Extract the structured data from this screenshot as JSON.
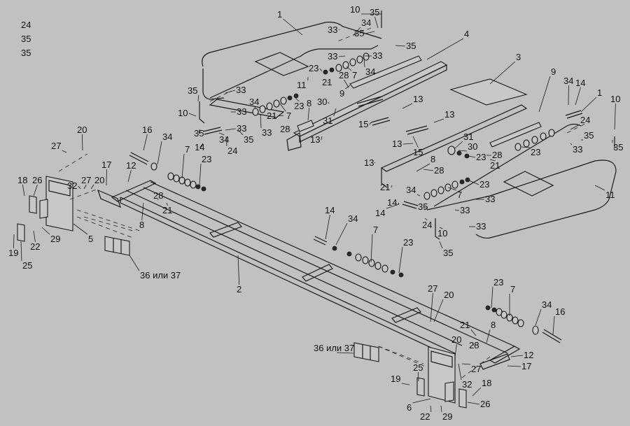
{
  "diagram": {
    "title": "Exploded assembly view — frame with folding handles and light brackets",
    "alt_label": "36 или 37",
    "callouts": [
      {
        "id": "c1a",
        "label": "1"
      },
      {
        "id": "c1b",
        "label": "1"
      },
      {
        "id": "c2",
        "label": "2"
      },
      {
        "id": "c3",
        "label": "3"
      },
      {
        "id": "c4",
        "label": "4"
      },
      {
        "id": "c5",
        "label": "5"
      },
      {
        "id": "c6",
        "label": "6"
      },
      {
        "id": "c7a",
        "label": "7"
      },
      {
        "id": "c7b",
        "label": "7"
      },
      {
        "id": "c7c",
        "label": "7"
      },
      {
        "id": "c7d",
        "label": "7"
      },
      {
        "id": "c7e",
        "label": "7"
      },
      {
        "id": "c7f",
        "label": "7"
      },
      {
        "id": "c8a",
        "label": "8"
      },
      {
        "id": "c8b",
        "label": "8"
      },
      {
        "id": "c8c",
        "label": "8"
      },
      {
        "id": "c8d",
        "label": "8"
      },
      {
        "id": "c9a",
        "label": "9"
      },
      {
        "id": "c9b",
        "label": "9"
      },
      {
        "id": "c10a",
        "label": "10"
      },
      {
        "id": "c10b",
        "label": "10"
      },
      {
        "id": "c10c",
        "label": "10"
      },
      {
        "id": "c10d",
        "label": "10"
      },
      {
        "id": "c11a",
        "label": "11"
      },
      {
        "id": "c11b",
        "label": "11"
      },
      {
        "id": "c12a",
        "label": "12"
      },
      {
        "id": "c12b",
        "label": "12"
      },
      {
        "id": "c13a",
        "label": "13"
      },
      {
        "id": "c13b",
        "label": "13"
      },
      {
        "id": "c13c",
        "label": "13"
      },
      {
        "id": "c13d",
        "label": "13"
      },
      {
        "id": "c13e",
        "label": "13"
      },
      {
        "id": "c14a",
        "label": "14"
      },
      {
        "id": "c14b",
        "label": "14"
      },
      {
        "id": "c14c",
        "label": "14"
      },
      {
        "id": "c14d",
        "label": "14"
      },
      {
        "id": "c14e",
        "label": "14"
      },
      {
        "id": "c15a",
        "label": "15"
      },
      {
        "id": "c15b",
        "label": "15"
      },
      {
        "id": "c16a",
        "label": "16"
      },
      {
        "id": "c16b",
        "label": "16"
      },
      {
        "id": "c17a",
        "label": "17"
      },
      {
        "id": "c17b",
        "label": "17"
      },
      {
        "id": "c18a",
        "label": "18"
      },
      {
        "id": "c18b",
        "label": "18"
      },
      {
        "id": "c19a",
        "label": "19"
      },
      {
        "id": "c19b",
        "label": "19"
      },
      {
        "id": "c20a",
        "label": "20"
      },
      {
        "id": "c20b",
        "label": "20"
      },
      {
        "id": "c20c",
        "label": "20"
      },
      {
        "id": "c20d",
        "label": "20"
      },
      {
        "id": "c21a",
        "label": "21"
      },
      {
        "id": "c21b",
        "label": "21"
      },
      {
        "id": "c21c",
        "label": "21"
      },
      {
        "id": "c21d",
        "label": "21"
      },
      {
        "id": "c21e",
        "label": "21"
      },
      {
        "id": "c21f",
        "label": "21"
      },
      {
        "id": "c22a",
        "label": "22"
      },
      {
        "id": "c22b",
        "label": "22"
      },
      {
        "id": "c23a",
        "label": "23"
      },
      {
        "id": "c23b",
        "label": "23"
      },
      {
        "id": "c23c",
        "label": "23"
      },
      {
        "id": "c23d",
        "label": "23"
      },
      {
        "id": "c23e",
        "label": "23"
      },
      {
        "id": "c23f",
        "label": "23"
      },
      {
        "id": "c23g",
        "label": "23"
      },
      {
        "id": "c23h",
        "label": "23"
      },
      {
        "id": "c24a",
        "label": "24"
      },
      {
        "id": "c24b",
        "label": "24"
      },
      {
        "id": "c24c",
        "label": "24"
      },
      {
        "id": "c24d",
        "label": "24"
      },
      {
        "id": "c25a",
        "label": "25"
      },
      {
        "id": "c25b",
        "label": "25"
      },
      {
        "id": "c26a",
        "label": "26"
      },
      {
        "id": "c26b",
        "label": "26"
      },
      {
        "id": "c27a",
        "label": "27"
      },
      {
        "id": "c27b",
        "label": "27"
      },
      {
        "id": "c27c",
        "label": "27"
      },
      {
        "id": "c27d",
        "label": "27"
      },
      {
        "id": "c28a",
        "label": "28"
      },
      {
        "id": "c28b",
        "label": "28"
      },
      {
        "id": "c28c",
        "label": "28"
      },
      {
        "id": "c28d",
        "label": "28"
      },
      {
        "id": "c28e",
        "label": "28"
      },
      {
        "id": "c28f",
        "label": "28"
      },
      {
        "id": "c29a",
        "label": "29"
      },
      {
        "id": "c29b",
        "label": "29"
      },
      {
        "id": "c30a",
        "label": "30"
      },
      {
        "id": "c30b",
        "label": "30"
      },
      {
        "id": "c31a",
        "label": "31"
      },
      {
        "id": "c31b",
        "label": "31"
      },
      {
        "id": "c32a",
        "label": "32"
      },
      {
        "id": "c32b",
        "label": "32"
      },
      {
        "id": "c33a",
        "label": "33"
      },
      {
        "id": "c33b",
        "label": "33"
      },
      {
        "id": "c33c",
        "label": "33"
      },
      {
        "id": "c33d",
        "label": "33"
      },
      {
        "id": "c33e",
        "label": "33"
      },
      {
        "id": "c33f",
        "label": "33"
      },
      {
        "id": "c33g",
        "label": "33"
      },
      {
        "id": "c33h",
        "label": "33"
      },
      {
        "id": "c33i",
        "label": "33"
      },
      {
        "id": "c33j",
        "label": "33"
      },
      {
        "id": "c33k",
        "label": "33"
      },
      {
        "id": "c34a",
        "label": "34"
      },
      {
        "id": "c34b",
        "label": "34"
      },
      {
        "id": "c34c",
        "label": "34"
      },
      {
        "id": "c34d",
        "label": "34"
      },
      {
        "id": "c34e",
        "label": "34"
      },
      {
        "id": "c34f",
        "label": "34"
      },
      {
        "id": "c34g",
        "label": "34"
      },
      {
        "id": "c34h",
        "label": "34"
      },
      {
        "id": "c34i",
        "label": "34"
      },
      {
        "id": "c35a",
        "label": "35"
      },
      {
        "id": "c35b",
        "label": "35"
      },
      {
        "id": "c35c",
        "label": "35"
      },
      {
        "id": "c35d",
        "label": "35"
      },
      {
        "id": "c35e",
        "label": "35"
      },
      {
        "id": "c35f",
        "label": "35"
      },
      {
        "id": "c35g",
        "label": "35"
      },
      {
        "id": "c35h",
        "label": "35"
      },
      {
        "id": "c35i",
        "label": "35"
      },
      {
        "id": "c35j",
        "label": "35"
      },
      {
        "id": "c35k",
        "label": "35"
      },
      {
        "id": "c35l",
        "label": "35"
      },
      {
        "id": "c36a",
        "label": "36 или 37"
      },
      {
        "id": "c36b",
        "label": "36 или 37"
      }
    ]
  }
}
